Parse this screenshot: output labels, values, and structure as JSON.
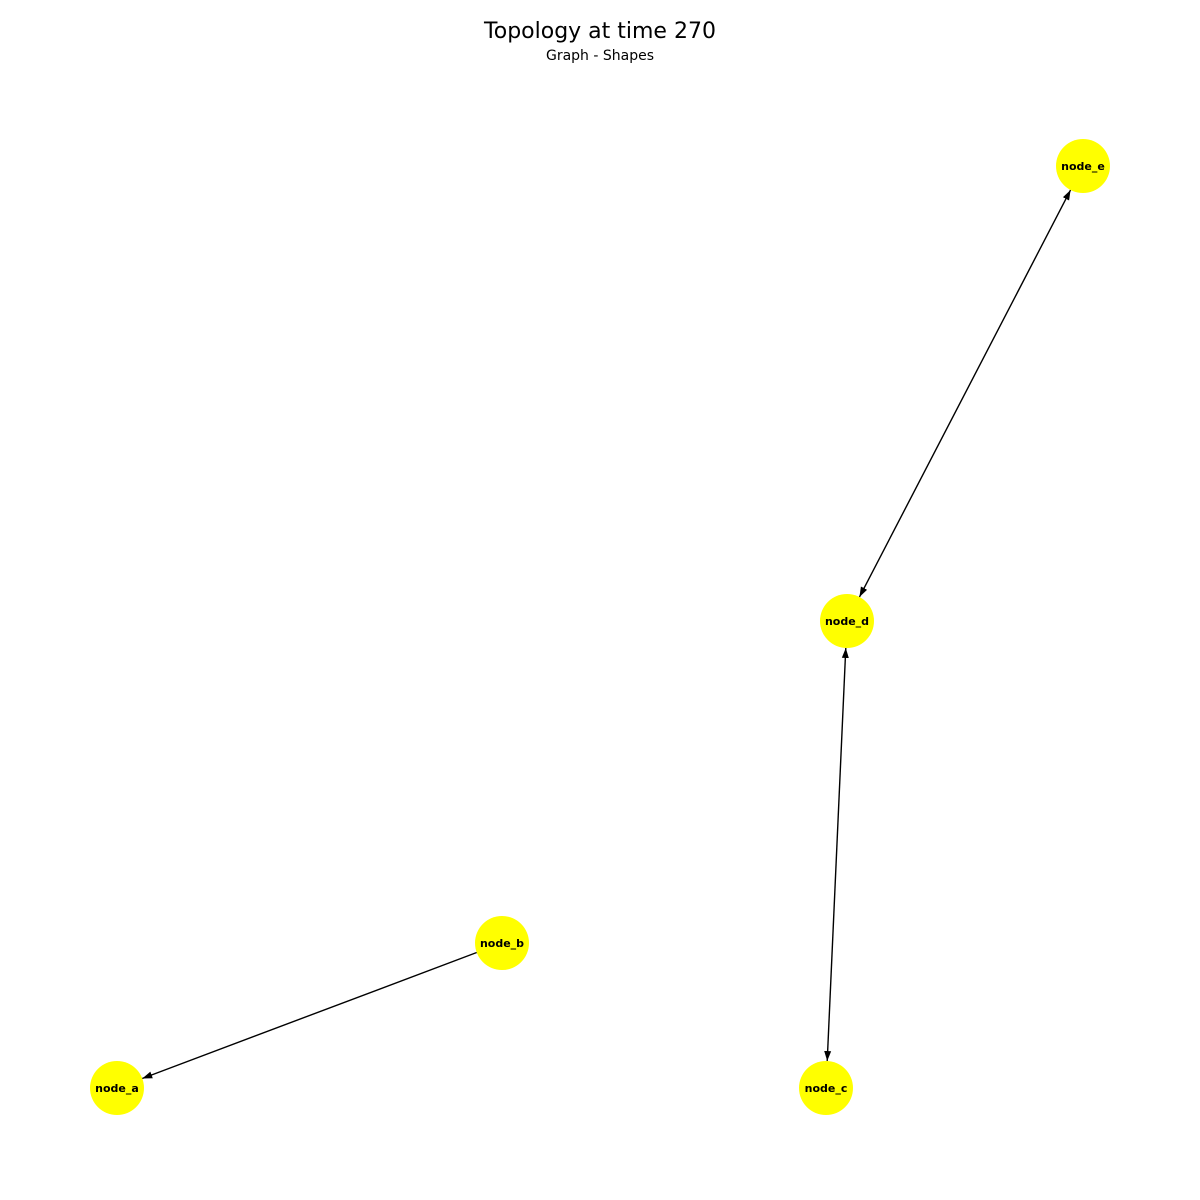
{
  "title": "Topology at time 270",
  "subtitle": "Graph - Shapes",
  "colors": {
    "node_fill": "#ffff00",
    "edge": "#000000",
    "background": "#ffffff"
  },
  "graph": {
    "nodes": [
      {
        "id": "node_a",
        "label": "node_a"
      },
      {
        "id": "node_b",
        "label": "node_b"
      },
      {
        "id": "node_c",
        "label": "node_c"
      },
      {
        "id": "node_d",
        "label": "node_d"
      },
      {
        "id": "node_e",
        "label": "node_e"
      }
    ],
    "edges": [
      {
        "from": "node_b",
        "to": "node_a",
        "directed": true,
        "bidirectional": false
      },
      {
        "from": "node_c",
        "to": "node_d",
        "directed": true,
        "bidirectional": true
      },
      {
        "from": "node_d",
        "to": "node_e",
        "directed": true,
        "bidirectional": true
      }
    ]
  }
}
